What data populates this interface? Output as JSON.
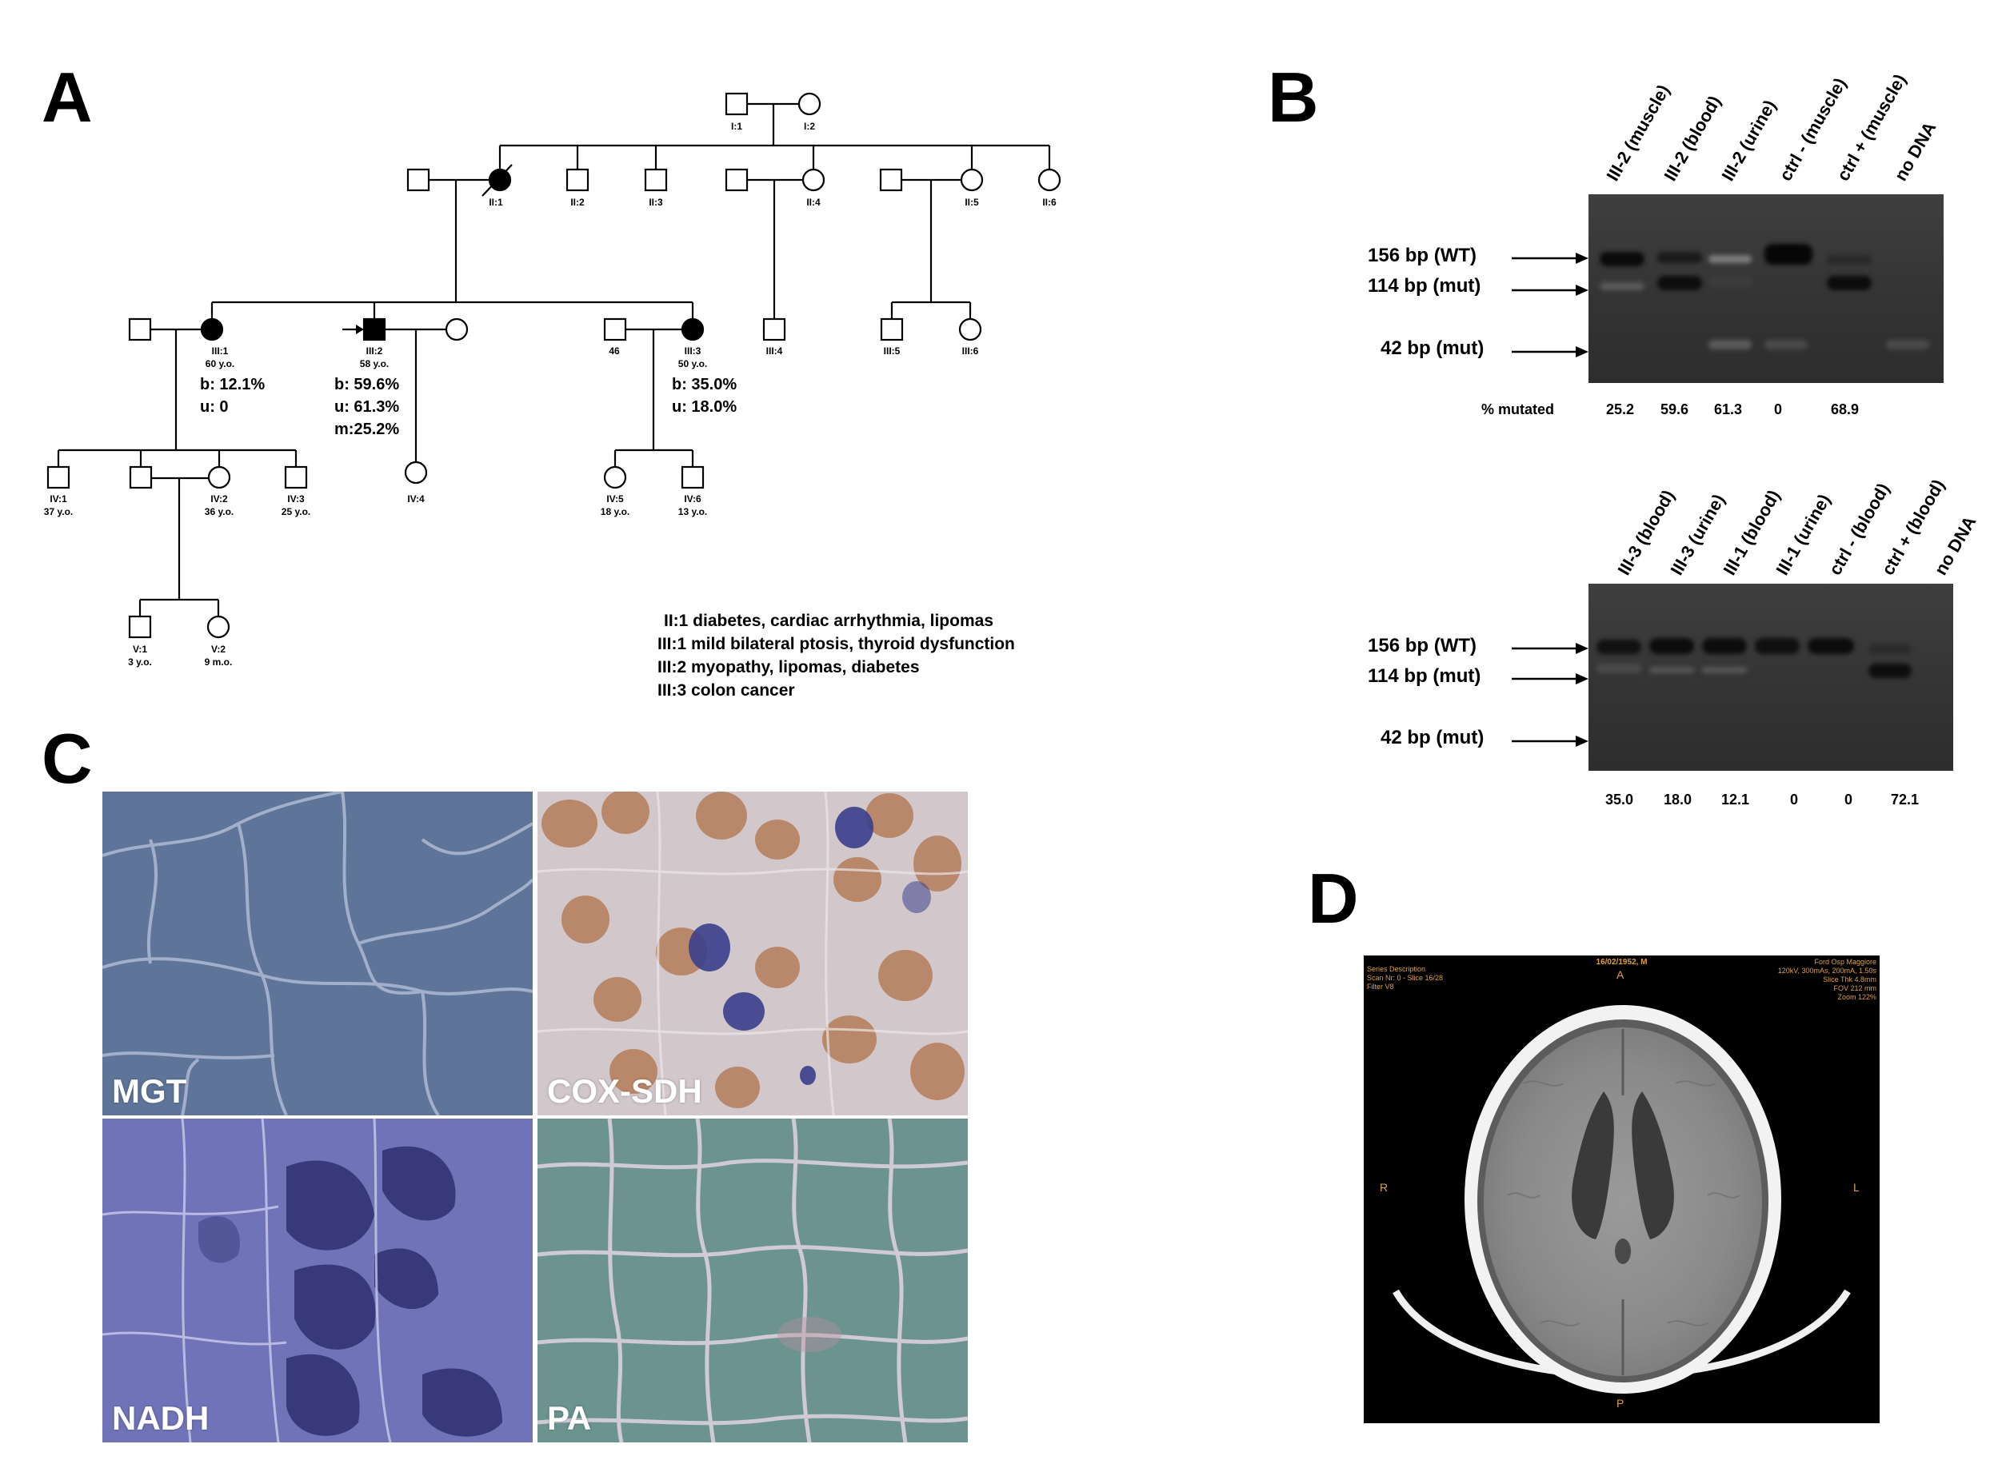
{
  "panels": {
    "a": "A",
    "b": "B",
    "c": "C",
    "d": "D"
  },
  "pedigree": {
    "individuals": {
      "I1": {
        "id": "I:1"
      },
      "I2": {
        "id": "I:2"
      },
      "II1": {
        "id": "II:1"
      },
      "II2": {
        "id": "II:2"
      },
      "II3": {
        "id": "II:3"
      },
      "II4": {
        "id": "II:4"
      },
      "II5": {
        "id": "II:5"
      },
      "II6": {
        "id": "II:6"
      },
      "III1": {
        "id": "III:1",
        "age": "60 y.o."
      },
      "III2": {
        "id": "III:2",
        "age": "58 y.o."
      },
      "III3": {
        "id": "III:3",
        "age": "50 y.o."
      },
      "III4": {
        "id": "III:4"
      },
      "III5": {
        "id": "III:5"
      },
      "III6": {
        "id": "III:6"
      },
      "IV1": {
        "id": "IV:1",
        "age": "37 y.o."
      },
      "IV2": {
        "id": "IV:2",
        "age": "36 y.o."
      },
      "IV3": {
        "id": "IV:3",
        "age": "25 y.o."
      },
      "IV4": {
        "id": "IV:4"
      },
      "IV5": {
        "id": "IV:5",
        "age": "18 y.o."
      },
      "IV6": {
        "id": "IV:6",
        "age": "13 y.o."
      },
      "V1": {
        "id": "V:1",
        "age": "3 y.o."
      },
      "V2": {
        "id": "V:2",
        "age": "9 m.o."
      },
      "spouse46": {
        "id": "46"
      }
    },
    "levels": {
      "III1": {
        "b": "b: 12.1%",
        "u": "u: 0"
      },
      "III2": {
        "b": "b: 59.6%",
        "u": "u: 61.3%",
        "m": "m:25.2%"
      },
      "III3": {
        "b": "b: 35.0%",
        "u": "u: 18.0%"
      }
    },
    "notes": [
      "II:1 diabetes, cardiac arrhythmia, lipomas",
      "III:1 mild bilateral ptosis, thyroid dysfunction",
      "III:2 myopathy, lipomas, diabetes",
      "III:3 colon cancer"
    ]
  },
  "gel_top": {
    "lanes": [
      "III-2 (muscle)",
      "III-2 (blood)",
      "III-2 (urine)",
      "ctrl - (muscle)",
      "ctrl + (muscle)",
      "no DNA"
    ],
    "bands": [
      "156 bp (WT)",
      "114 bp (mut)",
      "42 bp (mut)"
    ],
    "pct_label": "% mutated",
    "pct_values": [
      "25.2",
      "59.6",
      "61.3",
      "0",
      "68.9"
    ]
  },
  "gel_bottom": {
    "lanes": [
      "III-3 (blood)",
      "III-3 (urine)",
      "III-1 (blood)",
      "III-1 (urine)",
      "ctrl - (blood)",
      "ctrl + (blood)",
      "no DNA"
    ],
    "bands": [
      "156 bp (WT)",
      "114 bp (mut)",
      "42 bp (mut)"
    ],
    "pct_values": [
      "35.0",
      "18.0",
      "12.1",
      "0",
      "0",
      "72.1"
    ]
  },
  "histology": {
    "tiles": [
      "MGT",
      "COX-SDH",
      "NADH",
      "PA"
    ]
  },
  "ct": {
    "header_date": "16/02/1952, M",
    "left_info": [
      "Series Description",
      "Scan Nr: 0 - Slice 16/28",
      "Filter V8"
    ],
    "right_info": [
      "Ford Osp Maggiore",
      "120kV, 300mAs, 200mA, 1.50s",
      "Slice Thk 4.8mm",
      "FOV 212 mm",
      "Zoom 122%"
    ],
    "orient_top": "A",
    "orient_left": "R",
    "orient_right": "L",
    "orient_bottom": "P"
  }
}
